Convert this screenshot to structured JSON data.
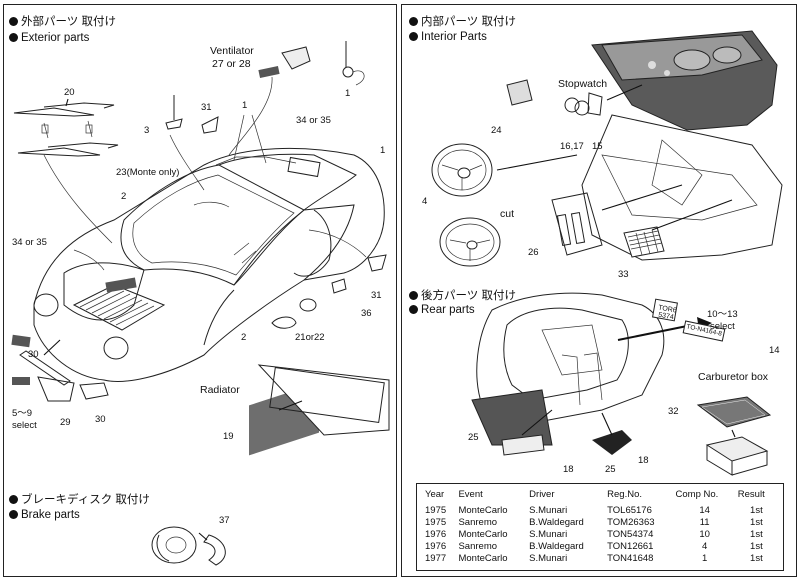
{
  "exterior": {
    "heading_jp": "外部パーツ 取付け",
    "heading_en": "Exterior parts",
    "labels": {
      "ventilator": "Ventilator",
      "ventilator_parts": "27 or 28",
      "part1_top": "1",
      "part20": "20",
      "part31_a": "31",
      "part1_b": "1",
      "part3": "3",
      "part34or35_top": "34 or 35",
      "part1_c": "1",
      "part23": "23(Monte only)",
      "part2_a": "2",
      "part34or35_left": "34 or 35",
      "part31_b": "31",
      "part36": "36",
      "part2_b": "2",
      "part21or22": "21or22",
      "part30_a": "30",
      "part5to9": "5～9",
      "select": "select",
      "part29": "29",
      "part30_b": "30",
      "radiator": "Radiator",
      "part19": "19"
    }
  },
  "brake": {
    "heading_jp": "ブレーキディスク 取付け",
    "heading_en": "Brake parts",
    "labels": {
      "part37": "37"
    }
  },
  "interior": {
    "heading_jp": "内部パーツ 取付け",
    "heading_en": "Interior Parts",
    "labels": {
      "stopwatch": "Stopwatch",
      "part24": "24",
      "part16_17": "16,17",
      "part15": "15",
      "part4": "4",
      "cut": "cut",
      "part26": "26",
      "part33": "33"
    }
  },
  "rear": {
    "heading_jp": "後方パーツ 取付け",
    "heading_en": "Rear parts",
    "labels": {
      "part10to13": "10～13",
      "select": "select",
      "part14": "14",
      "carburetor_box": "Carburetor box",
      "part32": "32",
      "part25_a": "25",
      "part18_a": "18",
      "part25_b": "25",
      "part18_b": "18"
    },
    "plates": {
      "plate1_line1": "TOR6",
      "plate1_line2": "5374",
      "plate2": "TO-N4164-8"
    }
  },
  "results": {
    "headers": [
      "Year",
      "Event",
      "Driver",
      "Reg.No.",
      "Comp No.",
      "Result"
    ],
    "rows": [
      [
        "1975",
        "MonteCarlo",
        "S.Munari",
        "TOL65176",
        "14",
        "1st"
      ],
      [
        "1975",
        "Sanremo",
        "B.Waldegard",
        "TOM26363",
        "11",
        "1st"
      ],
      [
        "1976",
        "MonteCarlo",
        "S.Munari",
        "TON54374",
        "10",
        "1st"
      ],
      [
        "1976",
        "Sanremo",
        "B.Waldegard",
        "TON12661",
        "4",
        "1st"
      ],
      [
        "1977",
        "MonteCarlo",
        "S.Munari",
        "TON41648",
        "1",
        "1st"
      ]
    ]
  }
}
